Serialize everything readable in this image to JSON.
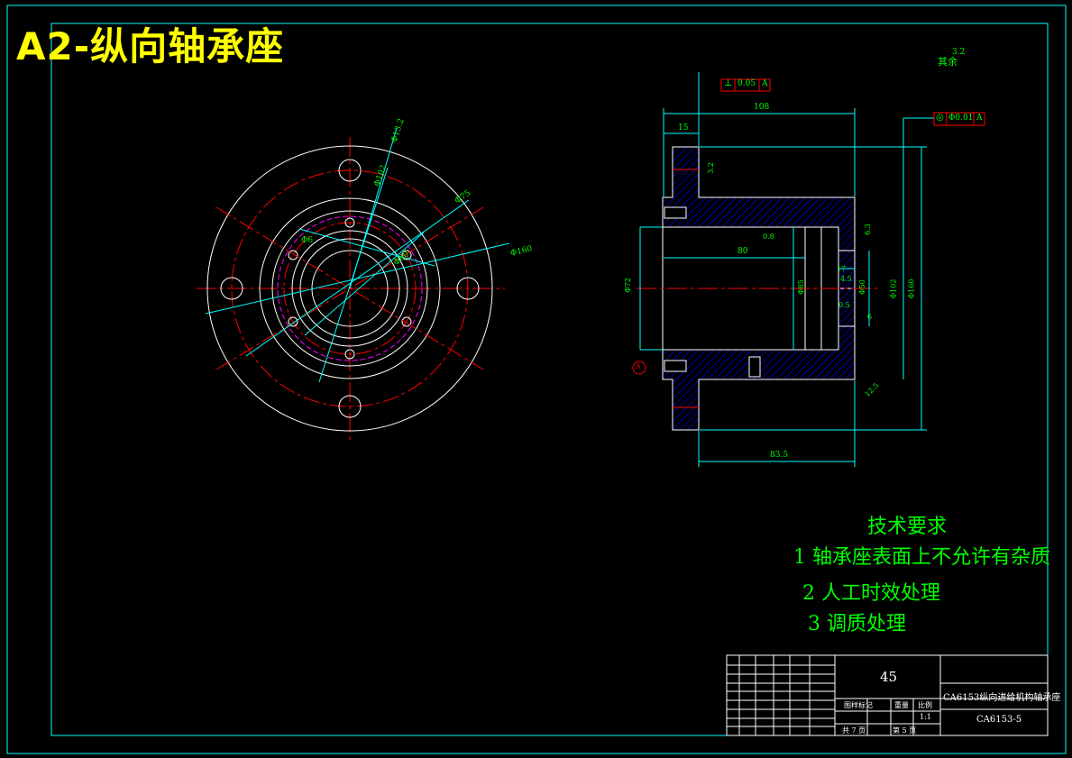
{
  "sheet_title": "A2-纵向轴承座",
  "roughness_corner": "其余",
  "roughness_corner_value": "3.2",
  "face_view": {
    "dims": [
      "Φ13.2",
      "Φ102",
      "Φ75",
      "Φ6",
      "Φ160",
      "Φ60"
    ]
  },
  "section_view": {
    "dims_top": [
      "108",
      "15"
    ],
    "tolerance_1": {
      "symbol": "⊥",
      "value": "0.05",
      "datum": "A"
    },
    "tolerance_2": {
      "symbol": "◎",
      "value": "Φ0.01",
      "datum": "A"
    },
    "dims": [
      "80",
      "3.2",
      "0.8",
      "6.3",
      "17",
      "Φ72",
      "Φ85",
      "Φ50",
      "0.5",
      "4.5",
      "6",
      "Φ102",
      "Φ160",
      "12.5",
      "83.5"
    ],
    "datum_label": "A"
  },
  "tech_req": {
    "title": "技术要求",
    "items": [
      "1  轴承座表面上不允许有杂质",
      "2  人工时效处理",
      "3  调质处理"
    ]
  },
  "title_block": {
    "material": "45",
    "name": "CA6153纵向进给机构轴承座",
    "code": "CA6153-5",
    "scale": "1:1",
    "sheets": "共 7 页",
    "sheet_no": "第 5 页",
    "labels": [
      "图样标记",
      "重量",
      "比例"
    ]
  },
  "colors": {
    "frame": "#00ffff",
    "white": "#ffffff",
    "red": "#ff0000",
    "hatch": "#0000ff",
    "green": "#00ff00",
    "magenta": "#ff00ff",
    "yellow": "#ffff00"
  }
}
